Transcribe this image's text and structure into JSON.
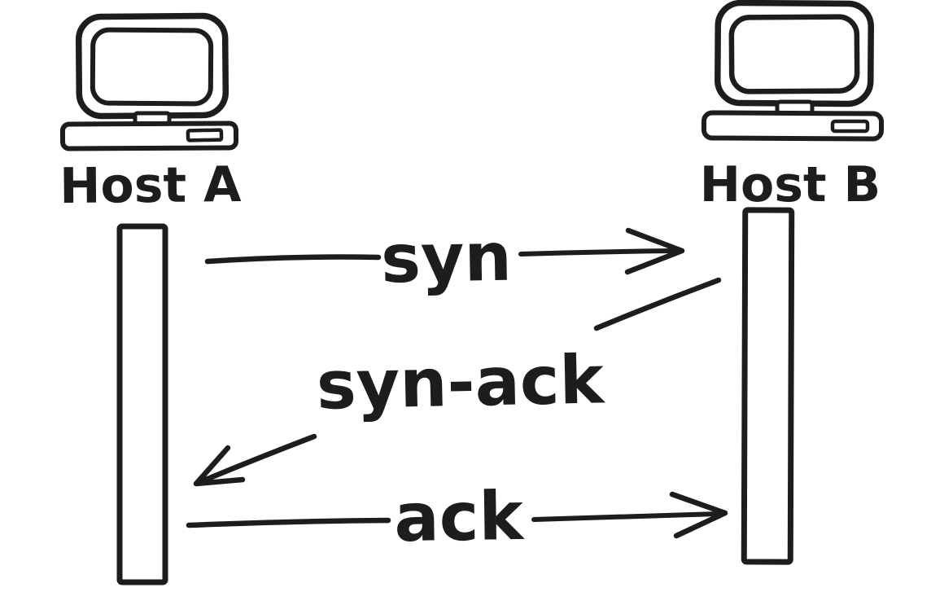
{
  "diagram": {
    "background_color": "#ffffff",
    "ink_color": "#1d1d1d",
    "hosts": [
      {
        "label": "Host A"
      },
      {
        "label": "Host B"
      }
    ],
    "messages": [
      {
        "label": "syn",
        "from": "Host A",
        "to": "Host B",
        "direction": "right"
      },
      {
        "label": "syn-ack",
        "from": "Host B",
        "to": "Host A",
        "direction": "left"
      },
      {
        "label": "ack",
        "from": "Host A",
        "to": "Host B",
        "direction": "right"
      }
    ]
  }
}
